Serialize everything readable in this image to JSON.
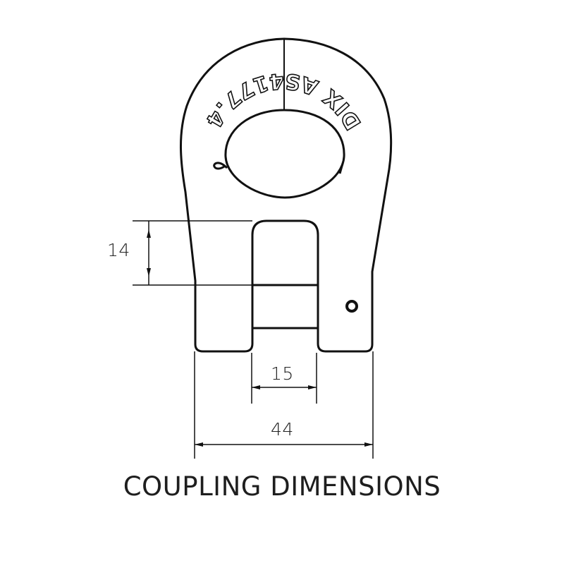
{
  "diagram": {
    "title": "COUPLING DIMENSIONS",
    "part_marking": "DIX AS4177.4",
    "line_color": "#111111",
    "background": "#ffffff",
    "dimensions": {
      "height": {
        "label": "14",
        "value": 14,
        "orientation": "vertical"
      },
      "slot_width": {
        "label": "15",
        "value": 15,
        "orientation": "horizontal"
      },
      "overall_width": {
        "label": "44",
        "value": 44,
        "orientation": "horizontal"
      }
    }
  }
}
